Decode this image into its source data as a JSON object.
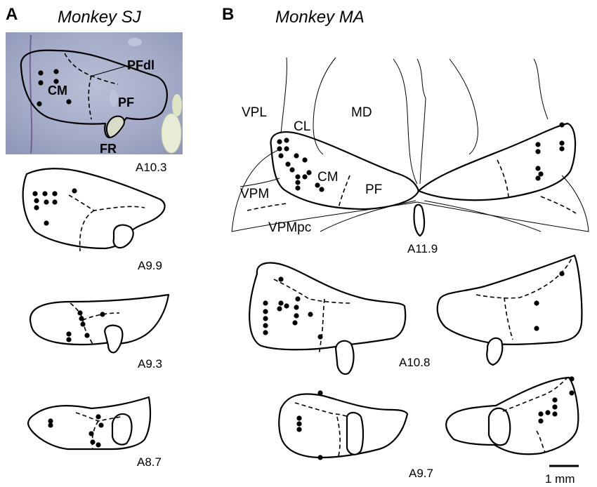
{
  "panels": [
    {
      "letter": "A",
      "title": "Monkey SJ"
    },
    {
      "letter": "B",
      "title": "Monkey MA"
    }
  ],
  "labels": {
    "pfdl": "PFdl",
    "cm": "CM",
    "pf": "PF",
    "fr": "FR",
    "vpl": "VPL",
    "md": "MD",
    "cl": "CL",
    "vpm": "VPM",
    "vpmpc": "VPMpc"
  },
  "sections": {
    "a103": "A10.3",
    "a99": "A9.9",
    "a93": "A9.3",
    "a87": "A8.7",
    "a119": "A11.9",
    "a108": "A10.8",
    "a97": "A9.7"
  },
  "scale_bar": {
    "label": "1 mm"
  },
  "colors": {
    "histology_bg": "#9da6c4",
    "line": "#000000",
    "dot": "#000000"
  }
}
